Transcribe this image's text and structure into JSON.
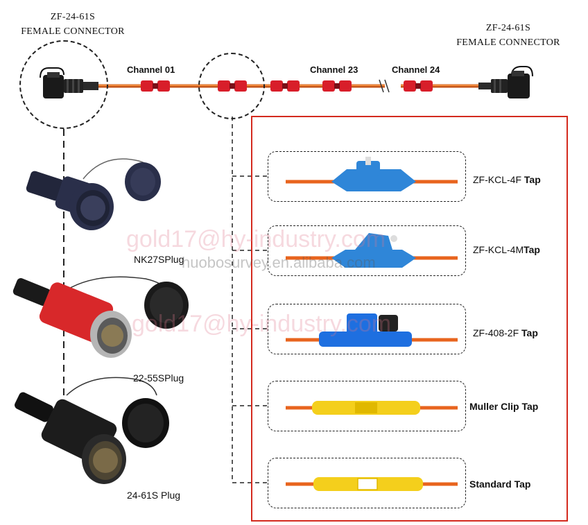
{
  "connectors": {
    "left": {
      "model": "ZF-24-61S",
      "type": "FEMALE CONNECTOR"
    },
    "right": {
      "model": "ZF-24-61S",
      "type": "FEMALE CONNECTOR"
    }
  },
  "channels": [
    "Channel 01",
    "Channel 23",
    "Channel 24"
  ],
  "plugs": [
    {
      "model": "NK27S",
      "suffix": "Plug",
      "body_color": "#2a2f4a"
    },
    {
      "model": "22-55S",
      "suffix": "Plug",
      "body_color": "#d8282a"
    },
    {
      "model": "24-61S",
      "suffix": " Plug",
      "body_color": "#1c1c1c"
    }
  ],
  "taps": [
    {
      "model": "ZF-KCL-4F ",
      "suffix": "Tap",
      "color": "#2f86d8"
    },
    {
      "model": "ZF-KCL-4M",
      "suffix": "Tap",
      "color": "#2f86d8"
    },
    {
      "model": "ZF-408-2F ",
      "suffix": "Tap",
      "color": "#1e6fe0"
    },
    {
      "model": "Muller Clip ",
      "suffix": "Tap",
      "color": "#f4cf1c"
    },
    {
      "model": "Standard ",
      "suffix": "Tap",
      "color": "#f4cf1c"
    }
  ],
  "watermarks": [
    "gold17@hy-industry.com",
    "huobosurvey.en.alibaba.com",
    "gold17@hy-industry.com"
  ],
  "colors": {
    "cable": "#e8641e",
    "takeout": "#d81e2a",
    "frame": "#d42a1e"
  }
}
